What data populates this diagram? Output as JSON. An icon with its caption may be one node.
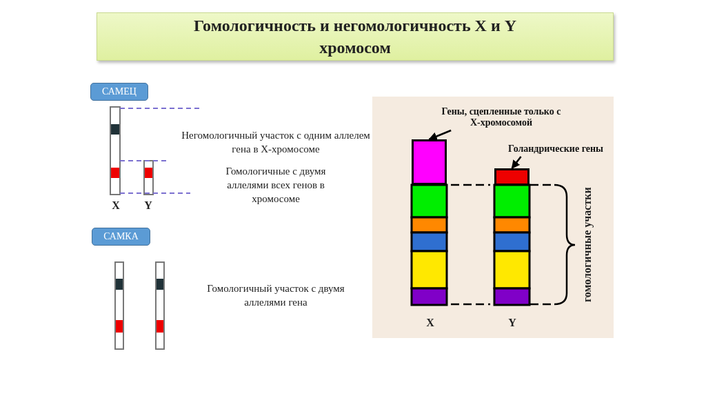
{
  "diagram": {
    "title": "Гомологичность и негомологичность X и Y хромосом",
    "nodes": [
      {
        "text": [
          "САМЕЦ"
        ]
      },
      {
        "text": [
          "САМКА"
        ]
      },
      {
        "text": [
          "Гены, сцепленные только с X-хромосомой"
        ]
      },
      {
        "text": [],
        "shape": "bar"
      },
      {
        "text": [
          "Голандрические гены"
        ]
      },
      {
        "text": [],
        "shape": "bar"
      }
    ],
    "edges": [
      {
        "from": 2,
        "to": 3,
        "arrow": "to"
      },
      {
        "from": 4,
        "to": 5,
        "arrow": "to"
      }
    ],
    "labels": [
      "Негомологичный участок с одним аллелем гена в X-хромосоме",
      "Гомологичные с двумя аллелями всех генов в хромосоме",
      "X",
      "Y",
      "Гомологичный участок с двумя аллелями гена",
      "X",
      "Y",
      "гомологичные участки"
    ]
  }
}
